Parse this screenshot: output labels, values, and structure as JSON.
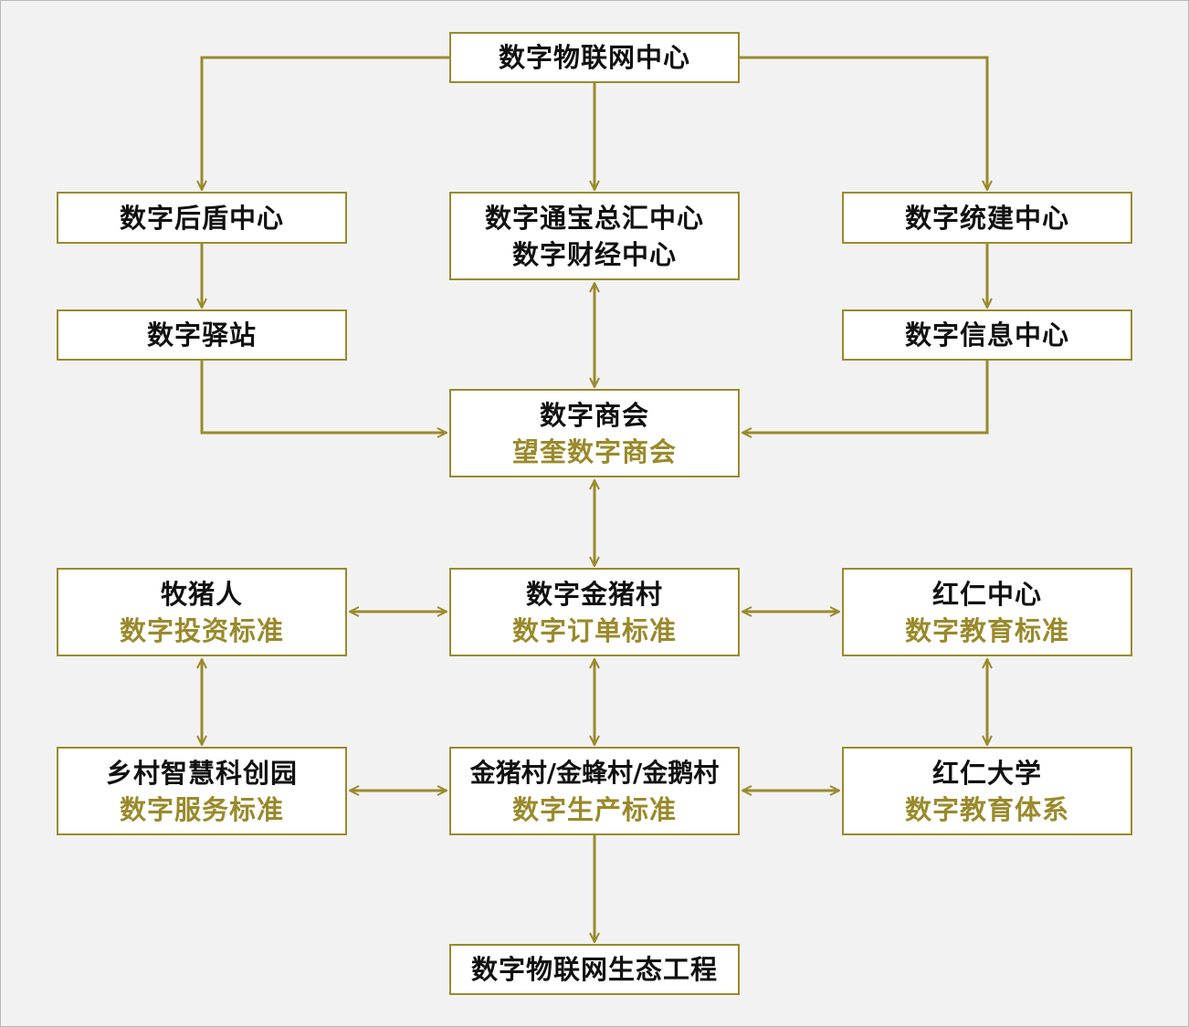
{
  "colors": {
    "accent": "#9a8a2c",
    "text": "#111111",
    "background": "#f2f2f2",
    "box": "#ffffff"
  },
  "nodes": {
    "iot_center": {
      "line1": "数字物联网中心"
    },
    "shield_center": {
      "line1": "数字后盾中心"
    },
    "treasure_center": {
      "line1": "数字通宝总汇中心",
      "line2": "数字财经中心"
    },
    "build_center": {
      "line1": "数字统建中心"
    },
    "post_station": {
      "line1": "数字驿站"
    },
    "info_center": {
      "line1": "数字信息中心"
    },
    "chamber": {
      "line1": "数字商会",
      "line2": "望奎数字商会"
    },
    "pig_farmer": {
      "line1": "牧猪人",
      "line2": "数字投资标准"
    },
    "golden_pig_village": {
      "line1": "数字金猪村",
      "line2": "数字订单标准"
    },
    "hongren_center": {
      "line1": "红仁中心",
      "line2": "数字教育标准"
    },
    "rural_park": {
      "line1": "乡村智慧科创园",
      "line2": "数字服务标准"
    },
    "villages": {
      "line1": "金猪村/金蜂村/金鹅村",
      "line2": "数字生产标准"
    },
    "hongren_university": {
      "line1": "红仁大学",
      "line2": "数字教育体系"
    },
    "ecosystem": {
      "line1": "数字物联网生态工程"
    }
  },
  "edges": [
    {
      "from": "iot_center",
      "to": "shield_center",
      "bidirectional": false
    },
    {
      "from": "iot_center",
      "to": "treasure_center",
      "bidirectional": false
    },
    {
      "from": "iot_center",
      "to": "build_center",
      "bidirectional": false
    },
    {
      "from": "shield_center",
      "to": "post_station",
      "bidirectional": false
    },
    {
      "from": "build_center",
      "to": "info_center",
      "bidirectional": false
    },
    {
      "from": "treasure_center",
      "to": "chamber",
      "bidirectional": true
    },
    {
      "from": "post_station",
      "to": "chamber",
      "bidirectional": false
    },
    {
      "from": "info_center",
      "to": "chamber",
      "bidirectional": false
    },
    {
      "from": "chamber",
      "to": "golden_pig_village",
      "bidirectional": true
    },
    {
      "from": "pig_farmer",
      "to": "golden_pig_village",
      "bidirectional": true
    },
    {
      "from": "golden_pig_village",
      "to": "hongren_center",
      "bidirectional": true
    },
    {
      "from": "pig_farmer",
      "to": "rural_park",
      "bidirectional": true
    },
    {
      "from": "golden_pig_village",
      "to": "villages",
      "bidirectional": true
    },
    {
      "from": "hongren_center",
      "to": "hongren_university",
      "bidirectional": true
    },
    {
      "from": "rural_park",
      "to": "villages",
      "bidirectional": true
    },
    {
      "from": "villages",
      "to": "hongren_university",
      "bidirectional": true
    },
    {
      "from": "villages",
      "to": "ecosystem",
      "bidirectional": false
    }
  ]
}
